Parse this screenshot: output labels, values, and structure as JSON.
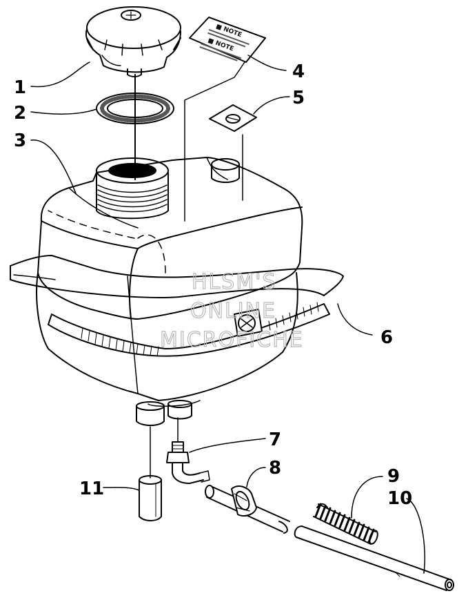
{
  "callouts": {
    "c1": "1",
    "c2": "2",
    "c3": "3",
    "c4": "4",
    "c5": "5",
    "c6": "6",
    "c7": "7",
    "c8": "8",
    "c9": "9",
    "c10": "10",
    "c11": "11"
  },
  "decal_4": {
    "heading_1": "■ NOTE",
    "heading_2": "■ NOTE"
  },
  "watermark": {
    "line1": "HLSM'S",
    "line2": "ONLINE",
    "line3": "MICROFICHE"
  }
}
